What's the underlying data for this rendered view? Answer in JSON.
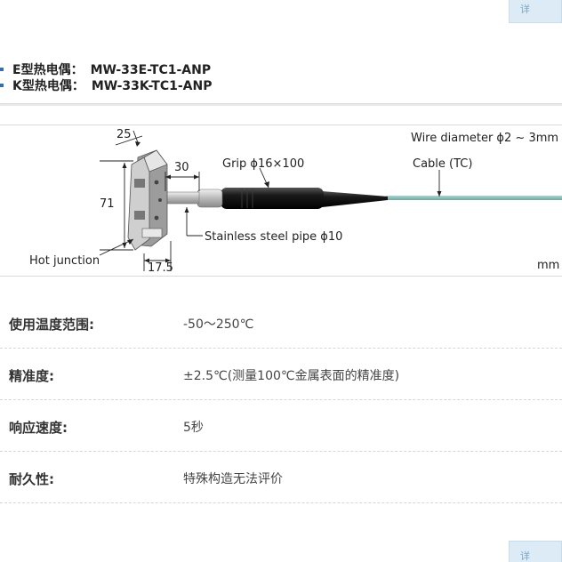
{
  "corner_top_label": "详",
  "corner_bottom_label": "详",
  "models": [
    {
      "prefix": "E型热电偶：",
      "name": "MW-33E-TC1-ANP"
    },
    {
      "prefix": "K型热电偶：",
      "name": "MW-33K-TC1-ANP"
    }
  ],
  "diagram": {
    "wire_diameter": "Wire diameter ϕ2 ~ 3mm",
    "cable": "Cable (TC)",
    "grip": "Grip ϕ16×100",
    "dim_25": "25",
    "dim_30": "30",
    "dim_71": "71",
    "dim_17_5": "17.5",
    "pipe": "Stainless steel pipe ϕ10",
    "hot_junction": "Hot junction",
    "unit": "mm",
    "colors": {
      "cable": "#7db8b0",
      "grip": "#1a1a1a",
      "metal": "#b8b8b8"
    }
  },
  "specs": [
    {
      "label": "使用温度范围:",
      "value": "-50～250℃"
    },
    {
      "label": "精准度:",
      "value": "±2.5℃(测量100℃金属表面的精准度)"
    },
    {
      "label": "响应速度:",
      "value": "5秒"
    },
    {
      "label": "耐久性:",
      "value": "特殊构造无法评价"
    }
  ]
}
